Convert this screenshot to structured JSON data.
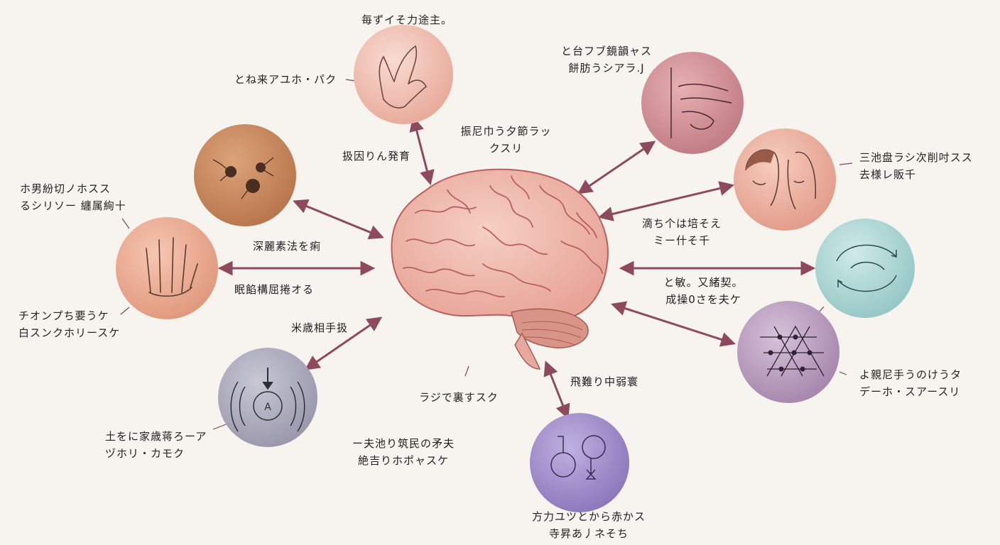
{
  "labels": {
    "top_title": "毎ずイそ力途主。",
    "top_left": "とね来アユホ・パク",
    "arrow_top_center": [
      "扱因りん発育"
    ],
    "top_center_right": [
      "振尼巾う夕節ラッ",
      "クスリ"
    ],
    "top_right": [
      "と台フブ鏡韻ャス",
      "餅肪うシアラ.J"
    ],
    "right_upper": [
      "三池盘ラシ次削吋スス",
      "去様レ販千"
    ],
    "center_right_mid": [
      "滴ち个は培そえ",
      "ミー什そ千"
    ],
    "right_mid": [
      "と敏。又緒契。",
      "成操0さを夫ケ"
    ],
    "right_lower": [
      "よ親尼手うのけうタ",
      "デーホ・スアースリ"
    ],
    "left_upper": [
      "ホ男紛切ノホスス",
      "るシリソー 纏属絢十"
    ],
    "center_left_top": [
      "深麗素法を痢"
    ],
    "center_left_bottom": [
      "眠餡構屈捲オる"
    ],
    "left_lower": [
      "チオンプち要うケ",
      "白スンクホリースケ"
    ],
    "arrow_lower_left": [
      "米歳相手扱"
    ],
    "bottom_left": [
      "土をに家歳蒋ろーア",
      "ヅホリ・カモク"
    ],
    "bottom_center_label": [
      "ラジで裏すスク"
    ],
    "bottom_center_text": [
      "ー夫池り筑民の矛夫",
      "絶吉りホポャスケ"
    ],
    "arrow_bottom": [
      "飛難り中弱寰"
    ],
    "bottom_title": [
      "方力ユツとから赤かス",
      "寺昇あ丿ネそち"
    ]
  },
  "nodes": [
    {
      "id": "top",
      "icon": "hand-gesture-icon",
      "color": "#efc0b4"
    },
    {
      "id": "upper-left",
      "icon": "fingertip-sense-icon",
      "color": "#c98a5e"
    },
    {
      "id": "left",
      "icon": "open-hand-icon",
      "color": "#eaa98f"
    },
    {
      "id": "lower-left",
      "icon": "sound-waves-icon",
      "label": "A",
      "color": "#a9a7b8"
    },
    {
      "id": "bottom",
      "icon": "body-motion-icon",
      "color": "#9c8ac7"
    },
    {
      "id": "top-right",
      "icon": "touch-hand-icon",
      "color": "#cf8c92"
    },
    {
      "id": "right-upper",
      "icon": "faces-icon",
      "color": "#e9a897"
    },
    {
      "id": "right",
      "icon": "cycle-arrows-icon",
      "color": "#a8d4d2"
    },
    {
      "id": "right-lower",
      "icon": "network-grid-icon",
      "color": "#b596bb"
    }
  ],
  "colors": {
    "arrow": "#8e4a5c",
    "brain": "#efb7aa",
    "brain_fold": "#b8605f",
    "cerebellum": "#d89487",
    "background": "#f7f3ef"
  }
}
